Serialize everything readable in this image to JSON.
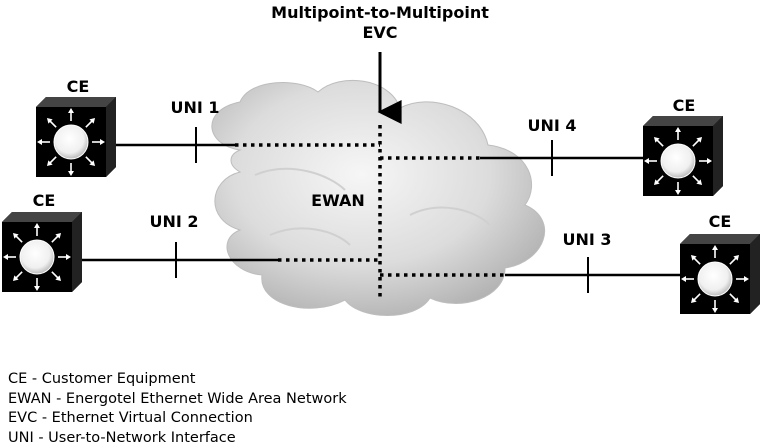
{
  "title": {
    "line1": "Multipoint-to-Multipoint",
    "line2": "EVC"
  },
  "cloud_label": "EWAN",
  "ce": [
    {
      "id": "ce-top-left",
      "label": "CE"
    },
    {
      "id": "ce-mid-left",
      "label": "CE"
    },
    {
      "id": "ce-top-right",
      "label": "CE"
    },
    {
      "id": "ce-mid-right",
      "label": "CE"
    }
  ],
  "uni": [
    {
      "id": "uni-1",
      "label": "UNI 1"
    },
    {
      "id": "uni-2",
      "label": "UNI 2"
    },
    {
      "id": "uni-3",
      "label": "UNI 3"
    },
    {
      "id": "uni-4",
      "label": "UNI 4"
    }
  ],
  "legend": [
    "CE - Customer Equipment",
    "EWAN - Energotel Ethernet Wide Area Network",
    "EVC - Ethernet Virtual Connection",
    "UNI - User-to-Network Interface"
  ],
  "colors": {
    "cloud_light": "#f4f4f4",
    "cloud_dark": "#9c9c9c",
    "device": "#000000",
    "line": "#000000"
  }
}
